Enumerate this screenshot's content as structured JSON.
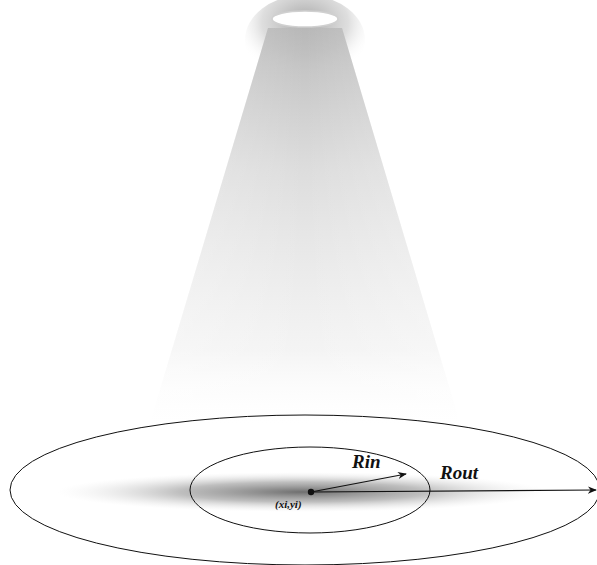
{
  "diagram": {
    "labels": [
      "Rin",
      "Rout",
      "(xi,yi)"
    ]
  }
}
